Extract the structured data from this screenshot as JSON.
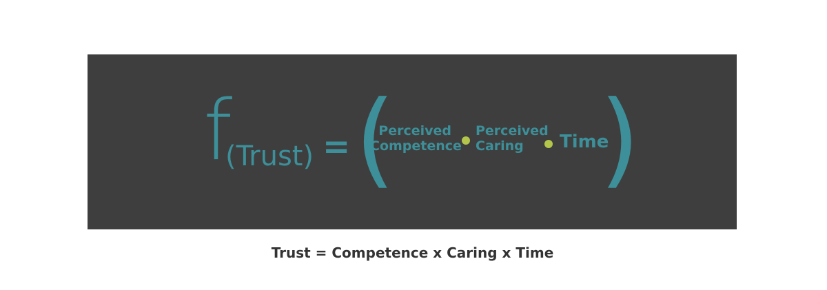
{
  "formula": {
    "function_letter": "f",
    "subscript": "(Trust)",
    "equals": "=",
    "open_paren": "(",
    "close_paren": ")",
    "terms": [
      {
        "line1": "Perceived",
        "line2": "Competence"
      },
      {
        "line1": "Perceived",
        "line2": "Caring"
      },
      {
        "line1": "Time"
      }
    ],
    "colors": {
      "panel_background": "#3e3e3e",
      "text_teal": "#3d8f99",
      "dot_green": "#b3c64b"
    }
  },
  "caption": {
    "text": "Trust = Competence x Caring x Time"
  }
}
